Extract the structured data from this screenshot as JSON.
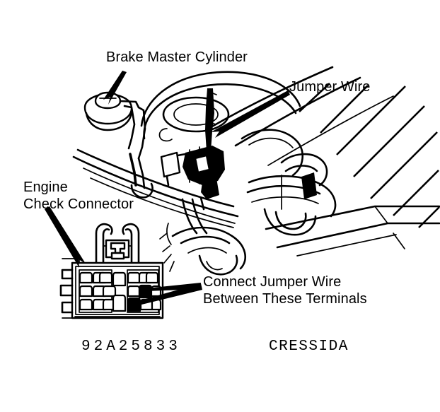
{
  "figure": {
    "title": "Engine Check Connector Jumper Wire Installation",
    "background_color": "#ffffff",
    "ink_color": "#000000"
  },
  "labels": {
    "brake_master_cylinder": "Brake Master Cylinder",
    "jumper_wire": "Jumper Wire",
    "engine_check_connector_line1": "Engine",
    "engine_check_connector_line2": "Check Connector",
    "connect_jumper_line1": "Connect Jumper Wire",
    "connect_jumper_line2": "Between These Terminals"
  },
  "footer": {
    "part_number": "92A25833",
    "model_name": "CRESSIDA"
  },
  "connector": {
    "terminal_groups": {
      "left_group_columns": 3,
      "left_group_rows": 3,
      "center_column_count": 2,
      "right_group_columns": 3,
      "right_group_rows": 3
    },
    "highlighted_terminals": 2,
    "highlight_color": "#000000",
    "latch_clips": 2
  },
  "callouts": [
    {
      "name": "brake-master-cylinder",
      "points_to": "reservoir cap",
      "direction": "down-left"
    },
    {
      "name": "jumper-wire",
      "points_to": "wire at engine center",
      "direction": "down-left"
    },
    {
      "name": "engine-check-connector",
      "points_to": "connector body left edge",
      "direction": "down-right"
    },
    {
      "name": "connect-terminals-upper",
      "points_to": "upper highlighted terminal",
      "direction": "left"
    },
    {
      "name": "connect-terminals-lower",
      "points_to": "lower highlighted terminal",
      "direction": "left"
    }
  ]
}
